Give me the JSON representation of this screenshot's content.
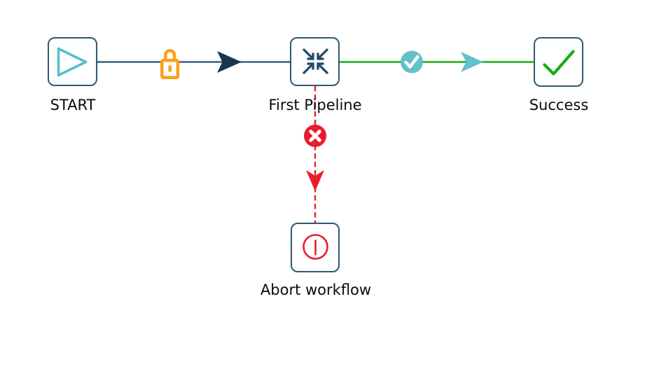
{
  "diagram": {
    "nodes": {
      "start": {
        "label": "START",
        "icon": "play-icon"
      },
      "pipeline": {
        "label": "First Pipeline",
        "icon": "compress-arrows-icon"
      },
      "success": {
        "label": "Success",
        "icon": "check-icon"
      },
      "abort": {
        "label": "Abort workflow",
        "icon": "power-off-icon"
      }
    },
    "edges": {
      "start_to_pipeline": {
        "from": "START",
        "to": "First Pipeline",
        "badge": "lock-icon",
        "style": "solid"
      },
      "pipeline_to_success": {
        "from": "First Pipeline",
        "to": "Success",
        "badge": "success-check-icon",
        "style": "solid"
      },
      "pipeline_to_abort": {
        "from": "First Pipeline",
        "to": "Abort workflow",
        "badge": "error-x-icon",
        "style": "dashed"
      }
    },
    "colors": {
      "background": "#ffffff",
      "node_border": "#2e5a70",
      "label_text": "#0b0b0f",
      "edge_dark": "#3a5f7e",
      "arrow_dark": "#17374e",
      "edge_green": "#12b112",
      "badge_teal": "#62c1cb",
      "edge_red": "#e71d2b",
      "lock_orange": "#f9a118",
      "play_teal": "#56bdc8",
      "pipeline_icon": "#1f4a66",
      "badge_glyph_white": "#ffffff"
    }
  }
}
